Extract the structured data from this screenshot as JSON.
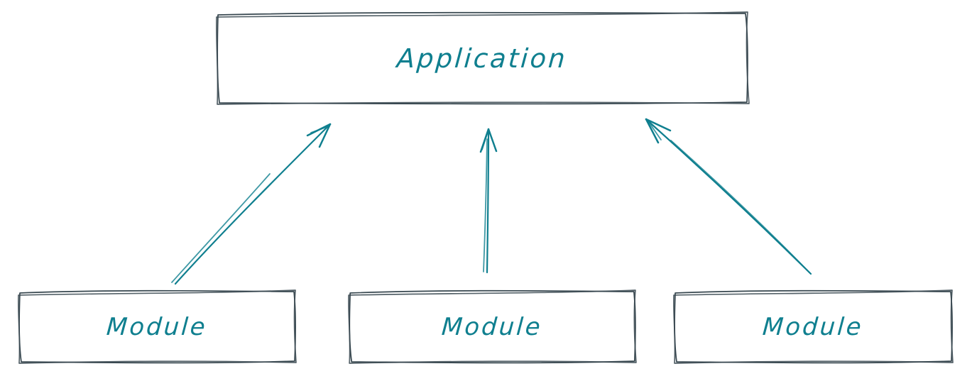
{
  "diagram": {
    "type": "dependency-diagram",
    "nodes": {
      "application": {
        "label": "Application"
      },
      "modules": [
        {
          "label": "Module"
        },
        {
          "label": "Module"
        },
        {
          "label": "Module"
        }
      ]
    },
    "edges": [
      {
        "from": "module-1",
        "to": "application"
      },
      {
        "from": "module-2",
        "to": "application"
      },
      {
        "from": "module-3",
        "to": "application"
      }
    ],
    "colors": {
      "box_stroke": "#37474f",
      "text_accent": "#0f7f8f",
      "arrow": "#0f7f8f",
      "background": "#ffffff"
    }
  }
}
